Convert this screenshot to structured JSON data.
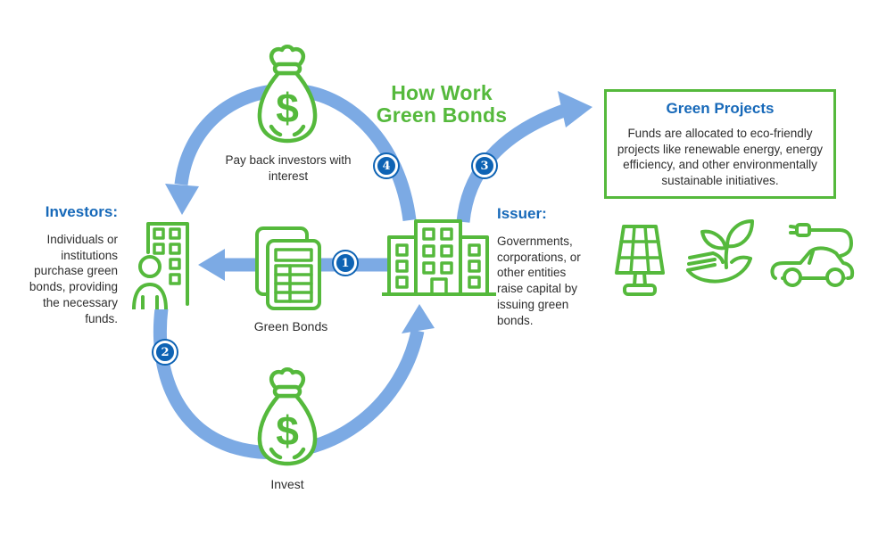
{
  "title": {
    "line1": "How Work",
    "line2": "Green Bonds"
  },
  "colors": {
    "green": "#55b93c",
    "arrow_blue": "#7caae4",
    "heading_blue": "#1769b9",
    "step_badge_blue": "#0e63b4",
    "body_text": "#2e2e2e"
  },
  "sections": {
    "investors": {
      "heading": "Investors:",
      "description": "Individuals or institutions purchase green bonds, providing the necessary funds."
    },
    "issuer": {
      "heading": "Issuer:",
      "description": "Governments, corporations, or other entities raise capital by issuing green bonds."
    },
    "green_projects": {
      "heading": "Green Projects",
      "description": "Funds are allocated to eco-friendly projects like renewable energy, energy efficiency, and other environmentally sustainable initiatives."
    }
  },
  "labels": {
    "pay_back": "Pay back investors with interest",
    "green_bonds": "Green Bonds",
    "invest": "Invest",
    "dollar_sign": "$"
  },
  "steps": {
    "s1": "1",
    "s2": "2",
    "s3": "3",
    "s4": "4"
  },
  "icons": {
    "top_money_bag": "money-bag-icon",
    "bottom_money_bag": "money-bag-icon",
    "documents": "green-bonds-documents-icon",
    "investor": "investor-person-building-icon",
    "issuer": "issuer-building-icon",
    "solar": "solar-panel-icon",
    "plant": "plant-in-hand-icon",
    "car": "electric-car-icon"
  }
}
